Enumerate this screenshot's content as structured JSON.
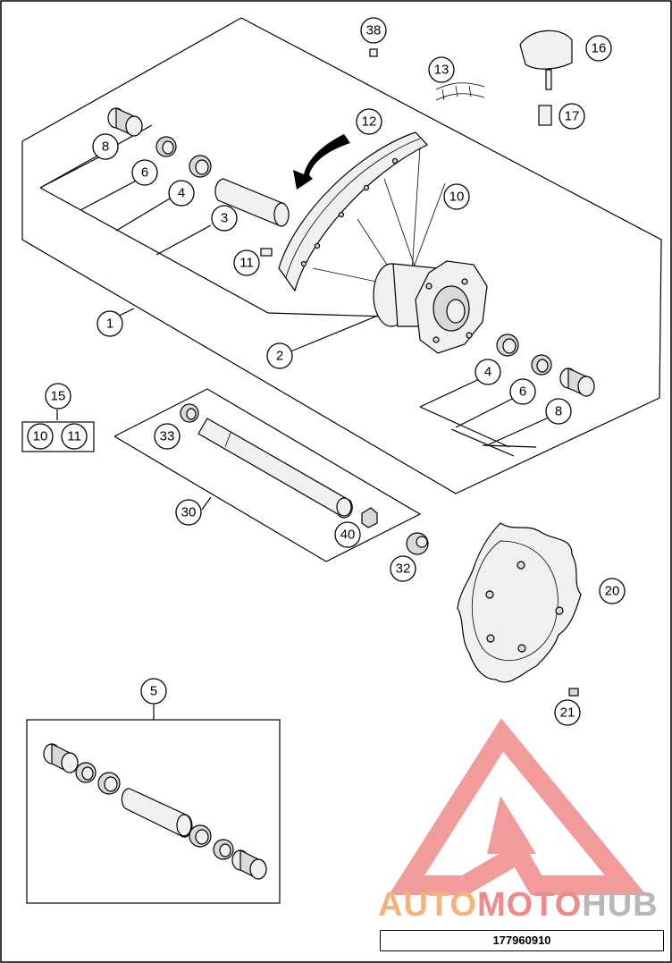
{
  "callouts": [
    {
      "id": "c38",
      "label": "38"
    },
    {
      "id": "c16",
      "label": "16"
    },
    {
      "id": "c13",
      "label": "13"
    },
    {
      "id": "c17",
      "label": "17"
    },
    {
      "id": "c12",
      "label": "12"
    },
    {
      "id": "c8a",
      "label": "8"
    },
    {
      "id": "c6a",
      "label": "6"
    },
    {
      "id": "c4a",
      "label": "4"
    },
    {
      "id": "c3",
      "label": "3"
    },
    {
      "id": "c10a",
      "label": "10"
    },
    {
      "id": "c11a",
      "label": "11"
    },
    {
      "id": "c1",
      "label": "1"
    },
    {
      "id": "c2",
      "label": "2"
    },
    {
      "id": "c4b",
      "label": "4"
    },
    {
      "id": "c6b",
      "label": "6"
    },
    {
      "id": "c8b",
      "label": "8"
    },
    {
      "id": "c15",
      "label": "15"
    },
    {
      "id": "c10b",
      "label": "10"
    },
    {
      "id": "c11b",
      "label": "11"
    },
    {
      "id": "c33",
      "label": "33"
    },
    {
      "id": "c30",
      "label": "30"
    },
    {
      "id": "c40",
      "label": "40"
    },
    {
      "id": "c32",
      "label": "32"
    },
    {
      "id": "c20",
      "label": "20"
    },
    {
      "id": "c21",
      "label": "21"
    },
    {
      "id": "c5",
      "label": "5"
    }
  ],
  "logo": {
    "part_auto": "AUTO",
    "part_moto": "MOTO",
    "part_hub": "HUB",
    "color_auto": "#f5b27a",
    "color_moto": "#f08a8a",
    "color_hub": "#b8b8b8",
    "triangle_color": "#f08a8a"
  },
  "drawing_number": "177960910"
}
